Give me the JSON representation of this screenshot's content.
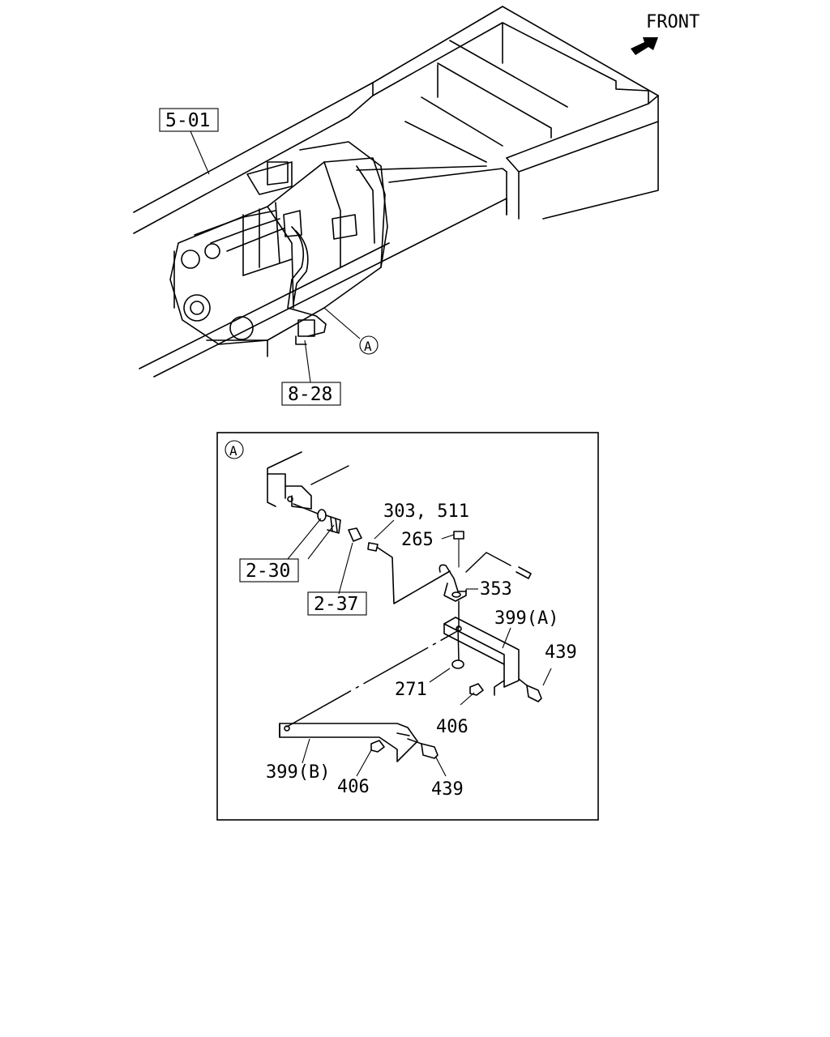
{
  "direction": {
    "label": "FRONT",
    "icon": "arrow-icon"
  },
  "refs": {
    "r501": "5-01",
    "r828": "8-28",
    "r230": "2-30",
    "r237": "2-37"
  },
  "callouts": {
    "main": "A",
    "detail": "A"
  },
  "parts": {
    "p303_511": "303, 511",
    "p265": "265",
    "p353": "353",
    "p399a": "399(A)",
    "p439a": "439",
    "p271": "271",
    "p406a": "406",
    "p399b": "399(B)",
    "p406b": "406",
    "p439b": "439"
  }
}
